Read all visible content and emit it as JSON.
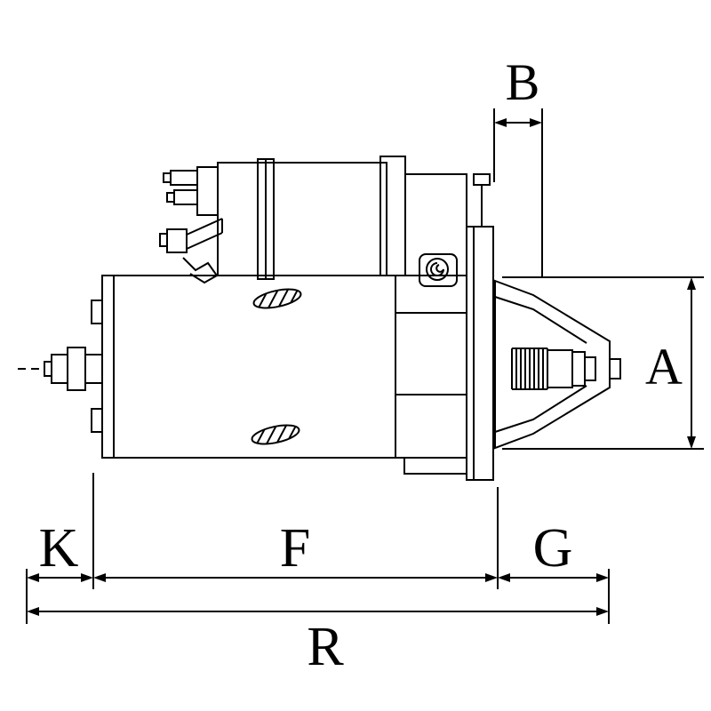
{
  "page": {
    "background_color": "#ffffff",
    "line_color": "#000000"
  },
  "dimensions": {
    "A": "A",
    "B": "B",
    "K": "K",
    "F": "F",
    "G": "G",
    "R": "R"
  }
}
